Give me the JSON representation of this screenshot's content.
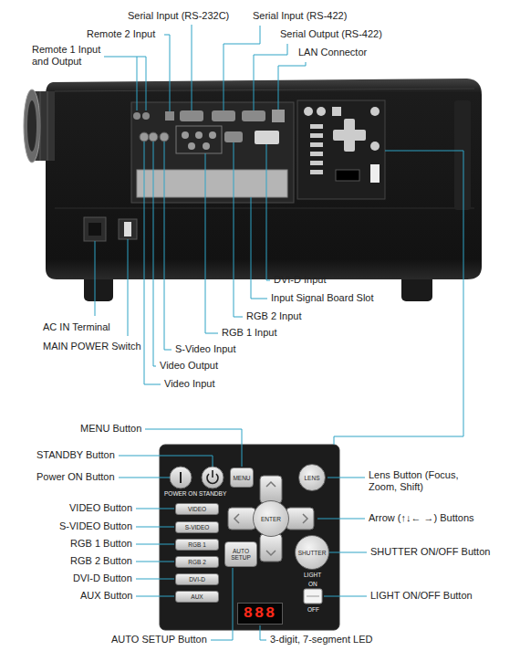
{
  "diagram": {
    "nodes": [
      {
        "text": [
          "MENU"
        ]
      },
      {
        "text": [
          "VIDEO"
        ]
      },
      {
        "text": [
          "S-VIDEO"
        ]
      },
      {
        "text": [
          "RGB 1"
        ]
      },
      {
        "text": [
          "RGB 2"
        ]
      },
      {
        "text": [
          "DVI-D"
        ]
      },
      {
        "text": [
          "AUX"
        ]
      },
      {
        "text": [
          "AUTO SETUP"
        ]
      },
      {
        "text": [
          "ENTER"
        ]
      },
      {
        "text": [
          "LENS"
        ]
      },
      {
        "text": [
          "SHUTTER"
        ]
      },
      {
        "text": [
          "888"
        ]
      }
    ],
    "labels": [
      "Serial Input (RS-232C)",
      "Serial Input (RS-422)",
      "Remote 2 Input",
      "Serial Output (RS-422)",
      "Remote 1 Input and Output",
      "LAN Connector",
      "DVI-D Input",
      "Input Signal Board Slot",
      "RGB 2 Input",
      "RGB 1 Input",
      "AC IN Terminal",
      "MAIN POWER Switch",
      "S-Video Input",
      "Video Output",
      "Video Input",
      "MENU Button",
      "STANDBY Button",
      "Power ON Button",
      "Lens Button (Focus, Zoom, Shift)",
      "VIDEO Button",
      "S-VIDEO Button",
      "Arrow (↑↓← →) Buttons",
      "RGB 1 Button",
      "RGB 2 Button",
      "SHUTTER ON/OFF Button",
      "DVI-D Button",
      "AUX Button",
      "LIGHT ON/OFF Button",
      "AUTO SETUP Button",
      "3-digit, 7-segment LED",
      "POWER ON",
      "STANDBY",
      "LIGHT",
      "ON",
      "OFF"
    ]
  }
}
